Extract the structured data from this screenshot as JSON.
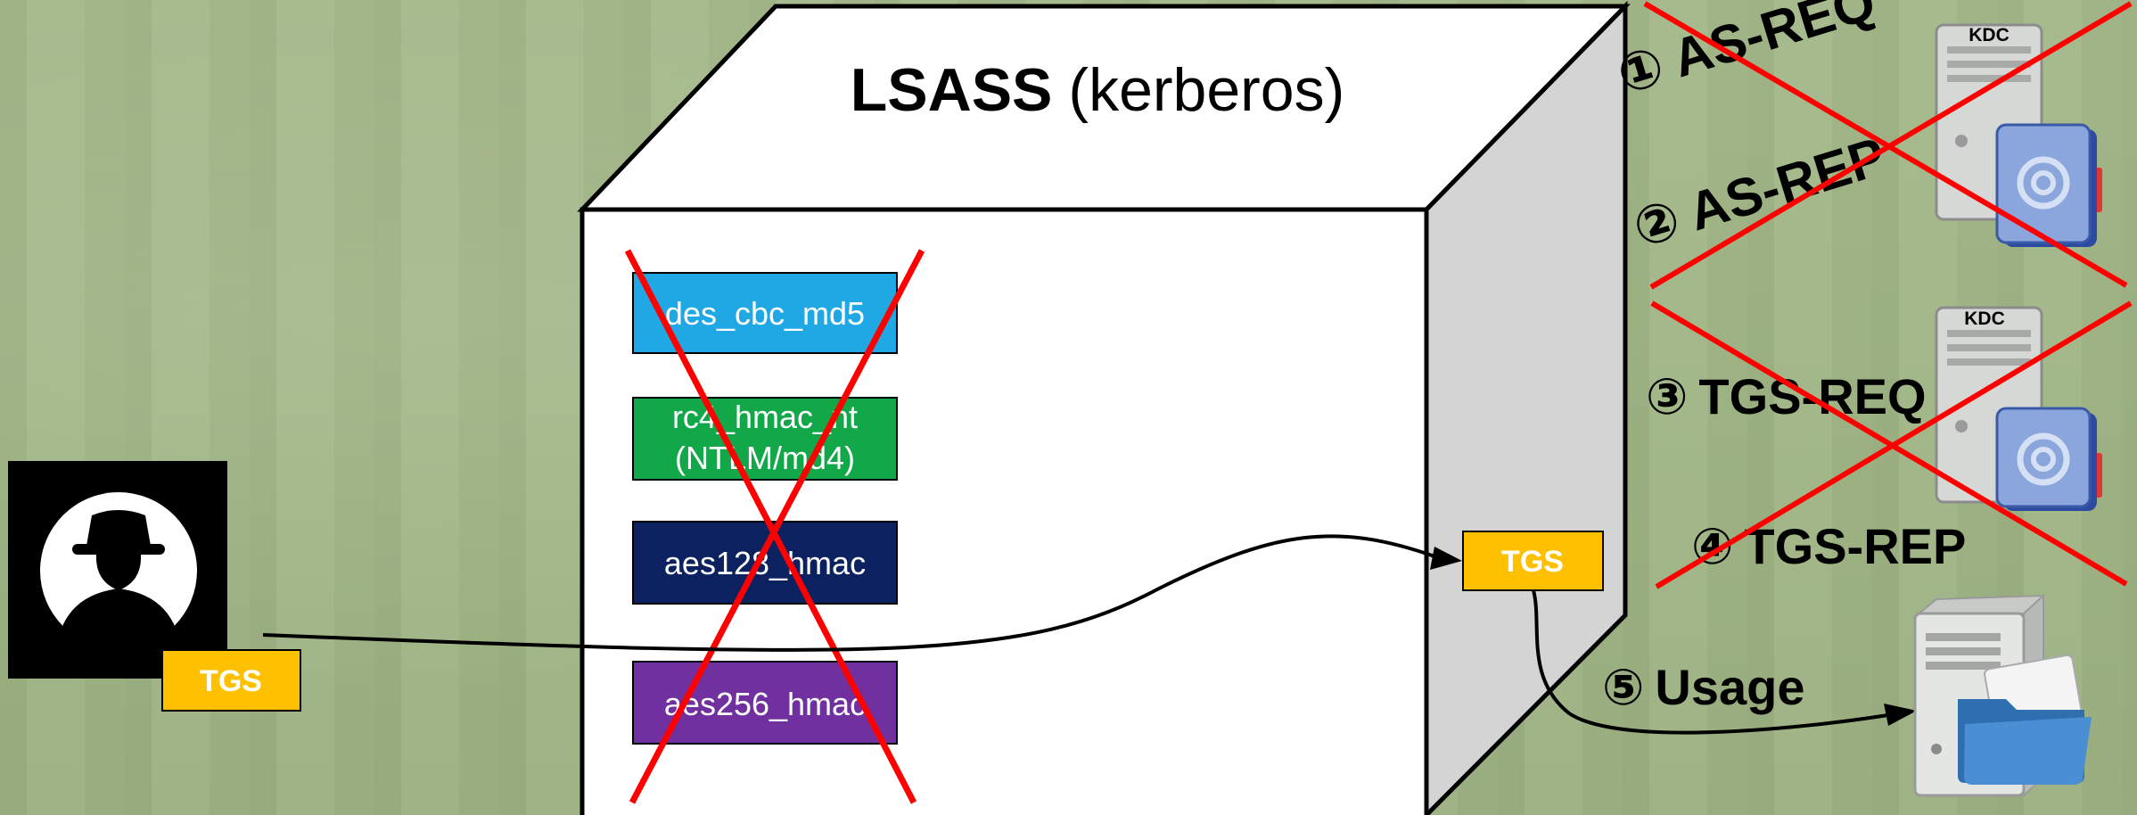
{
  "title": {
    "bold": "LSASS",
    "rest": "(kerberos)"
  },
  "keys": [
    {
      "label": "des_cbc_md5",
      "color": "#1fa8e4"
    },
    {
      "label": "rc4_hmac_nt",
      "label2": "(NTLM/md4)",
      "color": "#12a84a"
    },
    {
      "label": "aes128_hmac",
      "color": "#0c2260"
    },
    {
      "label": "aes256_hmac",
      "color": "#7030a0"
    }
  ],
  "tickets": {
    "inside": "TGS",
    "attacker": "TGS"
  },
  "steps": [
    {
      "num": "①",
      "label": "AS-REQ"
    },
    {
      "num": "②",
      "label": "AS-REP"
    },
    {
      "num": "③",
      "label": "TGS-REQ"
    },
    {
      "num": "④",
      "label": "TGS-REP"
    },
    {
      "num": "⑤",
      "label": "Usage"
    }
  ],
  "servers": {
    "kdc1": "KDC",
    "kdc2": "KDC"
  },
  "icons": {
    "attacker": "hacker-silhouette-icon",
    "kdc": "server-with-address-book-icon",
    "target": "file-server-icon"
  },
  "colors": {
    "background": "#a1b586",
    "ticket": "#ffc000",
    "cross": "#ff0000",
    "cube_side": "#d4d4d4"
  }
}
